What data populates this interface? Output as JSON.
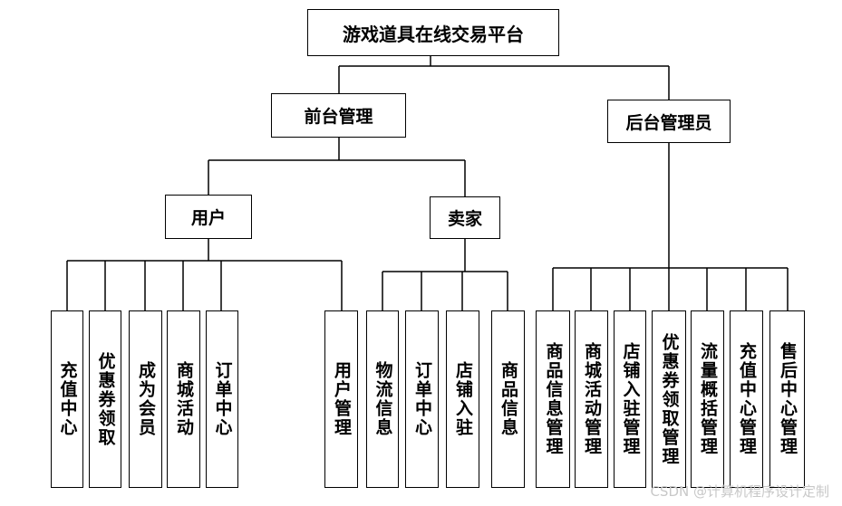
{
  "root": {
    "label": "游戏道具在线交易平台"
  },
  "front": {
    "label": "前台管理"
  },
  "back": {
    "label": "后台管理员"
  },
  "user": {
    "label": "用户"
  },
  "seller": {
    "label": "卖家"
  },
  "user_items": [
    "充值中心",
    "优惠券领取",
    "成为会员",
    "商城活动",
    "订单中心"
  ],
  "front_item": "用户管理",
  "seller_items": [
    "物流信息",
    "订单中心",
    "店铺入驻",
    "商品信息"
  ],
  "admin_items": [
    "商品信息管理",
    "商城活动管理",
    "店铺入驻管理",
    "优惠券领取管理",
    "流量概括管理",
    "充值中心管理",
    "售后中心管理"
  ],
  "watermark": "CSDN @计算机程序设计定制"
}
